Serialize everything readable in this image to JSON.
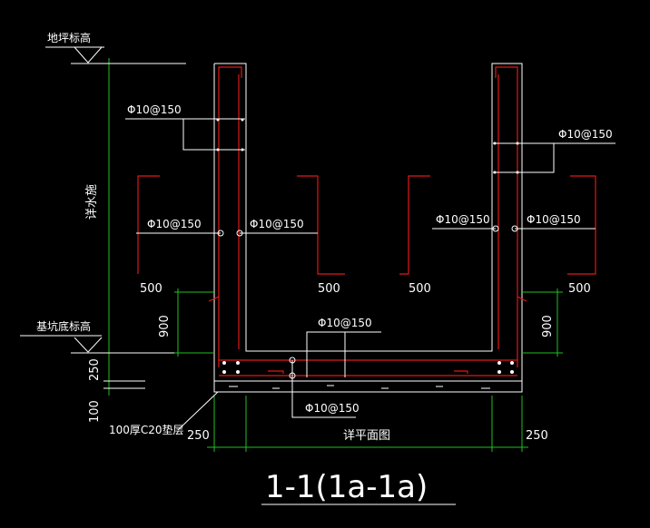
{
  "labels": {
    "ground_level": "地坪标高",
    "pit_bottom_level": "基坑底标高",
    "wall_height": "详水施",
    "cushion": "100厚C20垫层",
    "plan_ref": "详平面图",
    "title": "1-1(1a-1a)"
  },
  "rebar": {
    "r1": "Φ10@150",
    "r2": "Φ10@150",
    "r3": "Φ10@150",
    "r4": "Φ10@150",
    "r5": "Φ10@150",
    "r6": "Φ10@150",
    "r7": "Φ10@150",
    "r8": "Φ10@150"
  },
  "dims": {
    "d500_a": "500",
    "d500_b": "500",
    "d500_c": "500",
    "d500_d": "500",
    "d900_l": "900",
    "d900_r": "900",
    "d250_v": "250",
    "d100_v": "100",
    "d250_l": "250",
    "d250_r": "250"
  },
  "colors": {
    "structure": "#ffffff",
    "rebar": "#e01818",
    "dimension": "#20c020",
    "background": "#000000"
  }
}
